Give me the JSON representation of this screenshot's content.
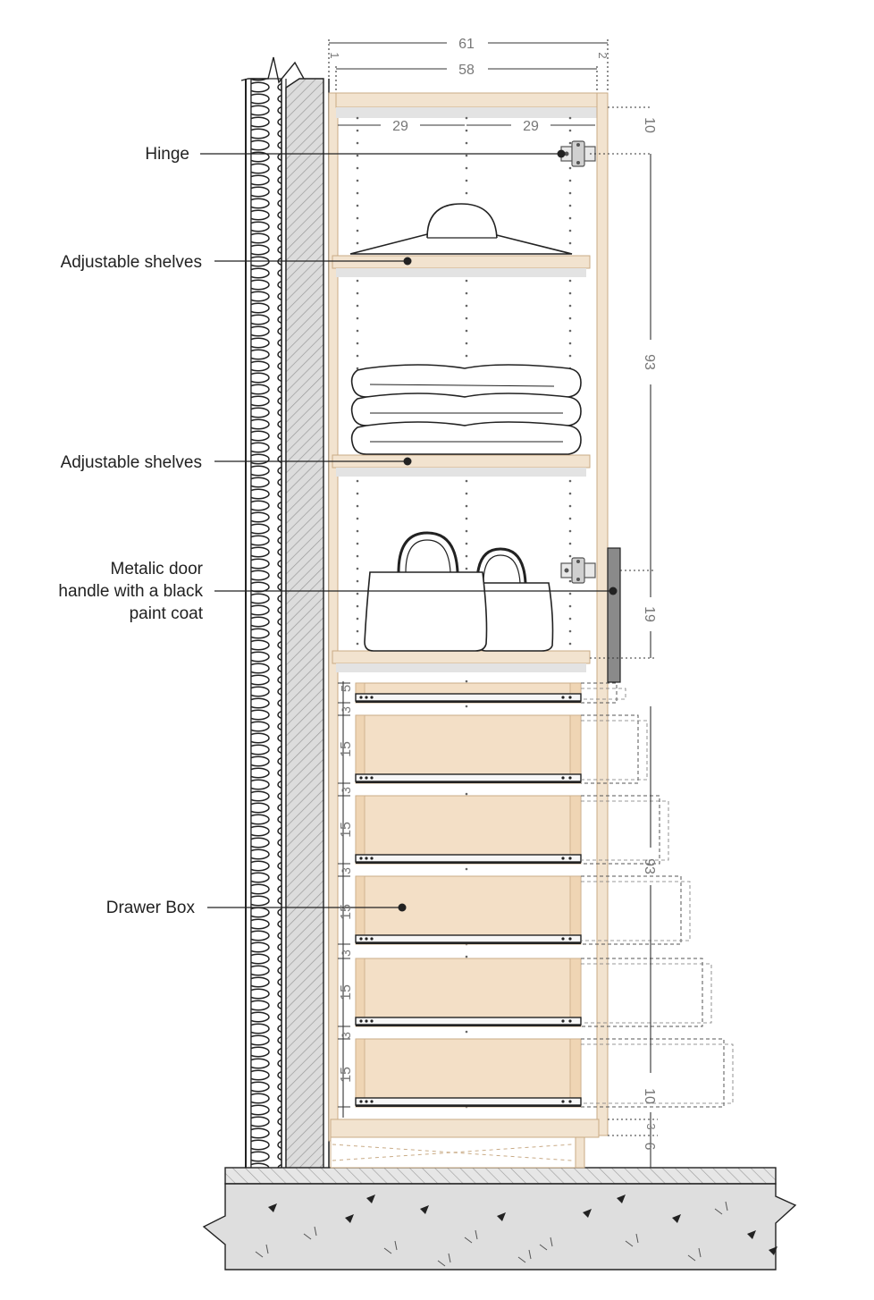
{
  "labels": {
    "hinge": "Hinge",
    "shelves_top": "Adjustable shelves",
    "shelves_mid": "Adjustable shelves",
    "handle": "Metalic door\nhandle with a black\npaint coat",
    "drawer": "Drawer Box"
  },
  "dimensions": {
    "overall_depth": "61",
    "inner_depth": "58",
    "left_half": "29",
    "right_half": "29",
    "side_left": "1",
    "side_right": "2",
    "top_gap": "10",
    "upper_height": "93",
    "handle_height": "19",
    "lower_height": "93",
    "bottom_gap": "10",
    "base_3": "3",
    "base_6": "6",
    "drawer_top_5": "5",
    "drawer_top_3": "3",
    "drawer_gap": "3",
    "drawer_front": "15"
  },
  "colors": {
    "wood": "#f2e3cf",
    "wood_edge": "#c9ab86",
    "drawer_face": "#f3dfc6",
    "concrete": "#d9d9d9",
    "handle": "#8a8a8a",
    "dim_text": "#777777",
    "line": "#222222"
  }
}
